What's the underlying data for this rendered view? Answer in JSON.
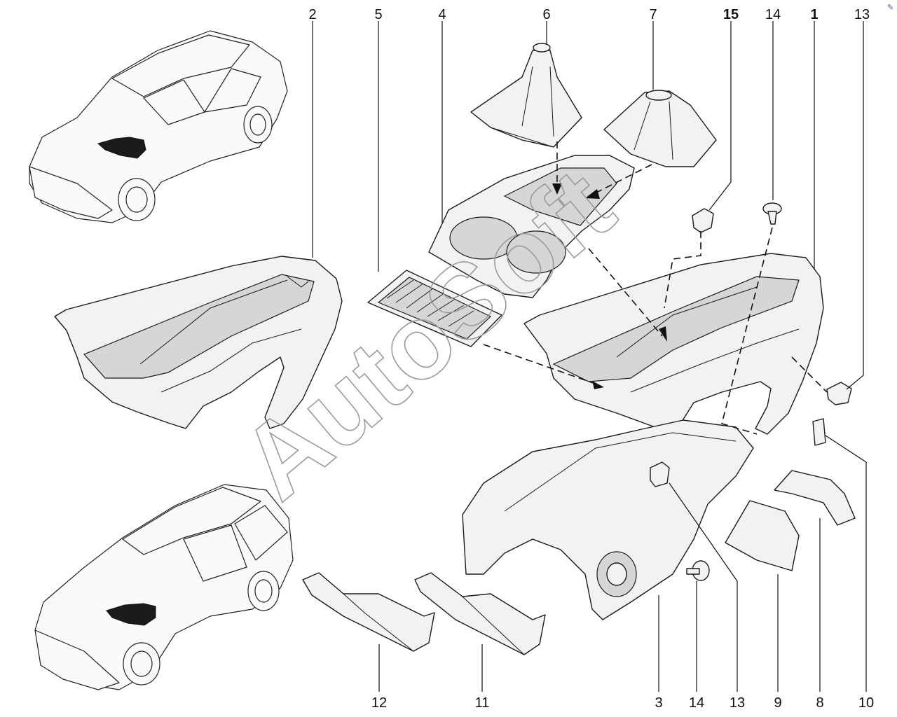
{
  "diagram": {
    "watermark": "AutoSoft",
    "corner_mark": "✎",
    "callouts_top": [
      {
        "key": "c2",
        "text": "2"
      },
      {
        "key": "c5",
        "text": "5"
      },
      {
        "key": "c4",
        "text": "4"
      },
      {
        "key": "c6",
        "text": "6"
      },
      {
        "key": "c7",
        "text": "7"
      },
      {
        "key": "c15",
        "text": "15"
      },
      {
        "key": "c14a",
        "text": "14"
      },
      {
        "key": "c1",
        "text": "1"
      },
      {
        "key": "c13a",
        "text": "13"
      }
    ],
    "callouts_bottom": [
      {
        "key": "c12",
        "text": "12"
      },
      {
        "key": "c11",
        "text": "11"
      },
      {
        "key": "c3",
        "text": "3"
      },
      {
        "key": "c14b",
        "text": "14"
      },
      {
        "key": "c13b",
        "text": "13"
      },
      {
        "key": "c9",
        "text": "9"
      },
      {
        "key": "c8",
        "text": "8"
      },
      {
        "key": "c10",
        "text": "10"
      }
    ]
  }
}
